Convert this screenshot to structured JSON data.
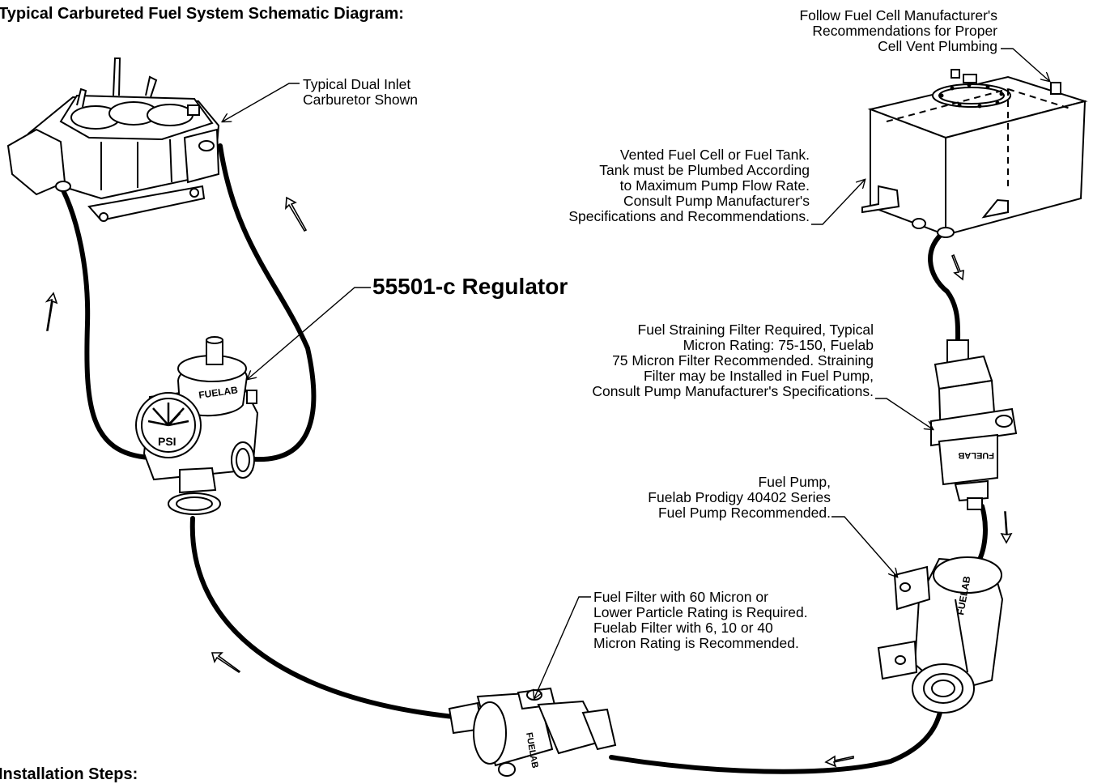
{
  "title": "Typical Carbureted Fuel System Schematic Diagram:",
  "footer_heading": "Installation Steps:",
  "regulator_label": "55501-c Regulator",
  "gauge_text": "PSI",
  "brand_mark": "FUELAB",
  "callouts": {
    "carburetor": "Typical Dual Inlet\nCarburetor Shown",
    "cell_vent": "Follow Fuel Cell Manufacturer's\nRecommendations for Proper\nCell Vent Plumbing",
    "fuel_cell": "Vented Fuel Cell or Fuel Tank.\nTank must be Plumbed According\nto Maximum Pump Flow Rate.\nConsult Pump Manufacturer's\nSpecifications and Recommendations.",
    "strainer": "Fuel Straining Filter Required, Typical\nMicron Rating: 75-150, Fuelab\n75 Micron Filter Recommended. Straining\nFilter may be Installed in Fuel Pump,\nConsult Pump Manufacturer's Specifications.",
    "pump": "Fuel Pump,\nFuelab Prodigy 40402 Series\nFuel Pump Recommended.",
    "filter": "Fuel Filter with 60 Micron or\nLower Particle Rating is Required.\nFuelab Filter with 6, 10 or 40\nMicron Rating is Recommended."
  }
}
